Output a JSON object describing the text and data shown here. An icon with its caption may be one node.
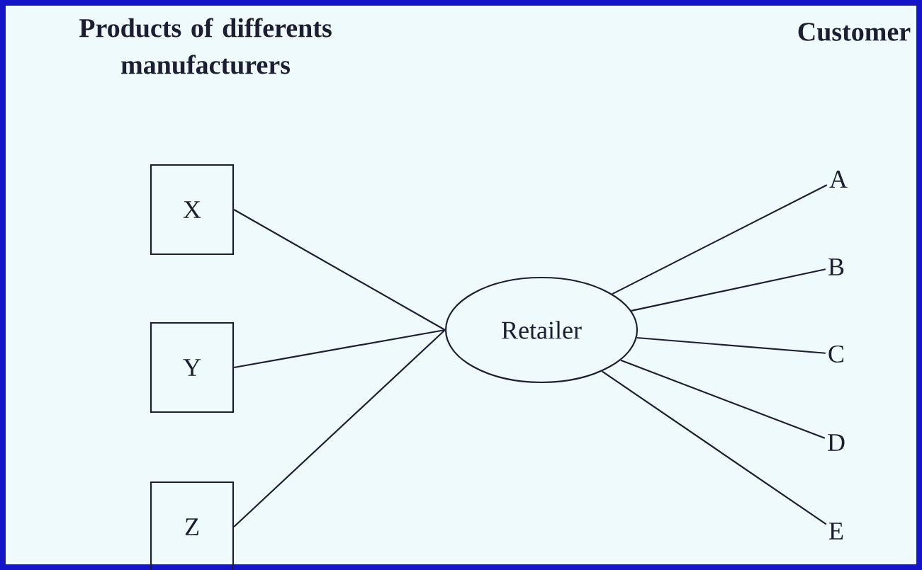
{
  "diagram": {
    "nodes": [
      {
        "text": [
          "X"
        ]
      },
      {
        "text": [
          "Y"
        ]
      },
      {
        "text": [
          "Z"
        ]
      },
      {
        "text": [
          "Retailer"
        ]
      },
      {
        "text": [
          "A"
        ]
      },
      {
        "text": [
          "B"
        ]
      },
      {
        "text": [
          "C"
        ]
      },
      {
        "text": [
          "D"
        ]
      },
      {
        "text": [
          "E"
        ]
      }
    ],
    "edges": [
      {
        "from": 0,
        "to": 3,
        "arrow": "none"
      },
      {
        "from": 1,
        "to": 3,
        "arrow": "none"
      },
      {
        "from": 2,
        "to": 3,
        "arrow": "none"
      },
      {
        "from": 3,
        "to": 4,
        "arrow": "none"
      },
      {
        "from": 3,
        "to": 5,
        "arrow": "none"
      },
      {
        "from": 3,
        "to": 6,
        "arrow": "none"
      },
      {
        "from": 3,
        "to": 7,
        "arrow": "none"
      },
      {
        "from": 3,
        "to": 8,
        "arrow": "none"
      }
    ],
    "labels": [
      "Products of differents manufacturers",
      "Customer"
    ]
  }
}
